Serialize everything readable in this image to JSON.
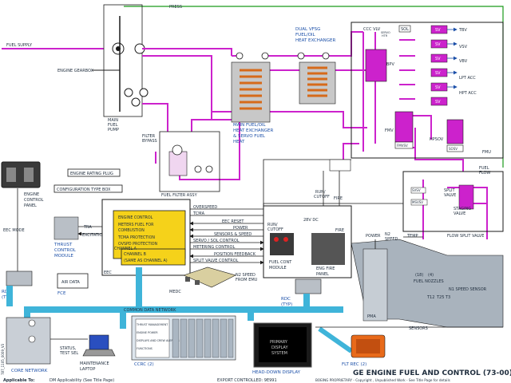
{
  "diagram": {
    "title": "GE ENGINE FUEL AND CONTROL (73-00)",
    "footer": {
      "applicable": "Applicable To:",
      "applicable_rest": "DM Applicability (See Title Page)",
      "export": "EXPORT CONTROLLED: 9E991",
      "proprietary": "BOEING PROPRIETARY - Copyright , Unpublished Work - See Title Page for details",
      "side_code": "787_1105_0009_V3"
    },
    "colors": {
      "fuel": "#cc22cc",
      "press": "#1a9a1a",
      "signal": "#1a1a1a",
      "data_bus": "#3fb4d9",
      "eec_fill": "#f5d21a",
      "eec_box": "#ffffff",
      "fmu_fill": "#ffffff",
      "heat_exch": "#d66a1a"
    },
    "labels": {
      "press": "PRESS",
      "fuel_supply": "FUEL SUPPLY",
      "engine_gearbox": "ENGINE GEARBOX",
      "main_fuel_pump": [
        "MAIN",
        "FUEL",
        "PUMP"
      ],
      "dual_vfsg": [
        "DUAL VFSG",
        "FUEL/OIL",
        "HEAT EXCHANGER"
      ],
      "main_fuel_oil": [
        "MAIN FUEL/OIL",
        "HEAT EXCHANGER",
        "& SERVO FUEL",
        "HEAT"
      ],
      "filter_bypass": [
        "FILTER",
        "BYPASS"
      ],
      "fuel_filter_assy": "FUEL FILTER ASSY",
      "engine_rating_plug": "ENGINE RATING PLUG",
      "configuration_type_box": "CONFIGURATION TYPE BOX",
      "engine_control_panel": [
        "ENGINE",
        "CONTROL",
        "PANEL"
      ],
      "eec_mode": "EEC MODE",
      "tra": "TRA",
      "excitation": "EXCITATION",
      "thrust_control_module": [
        "THRUST",
        "CONTROL",
        "MODULE"
      ],
      "eec": "EEC",
      "eec_items": [
        "ENGINE CONTROL",
        "METERS FUEL FOR",
        "COMBUSTION",
        "TCMA PROTECTION",
        "OVSPD PROTECTION"
      ],
      "channel_a": "CHANNEL A",
      "channel_b": [
        "CHANNEL B",
        "(SAME AS CHANNEL A)"
      ],
      "signal_list": [
        "OVERSPEED",
        "TCMA",
        "EEC RESET",
        "POWER",
        "SENSORS & SPEED",
        "SERVO / SOL CONTROL",
        "METERING CONTROL",
        "POSITION FEEDBACK",
        "SPLIT VALVE CONTROL"
      ],
      "run_cutoff": [
        "RUN/",
        "CUTOFF"
      ],
      "fire": "FIRE",
      "v28dc": "28V DC",
      "fuel_cont_module": [
        "FUEL CONT",
        "MODULE"
      ],
      "eng_fire_panel": [
        "ENG FIRE",
        "PANEL"
      ],
      "n2_speed_from_emu": [
        "N2 SPEED",
        "FROM EMU"
      ],
      "medc": "MEDC",
      "air_data": "AIR DATA",
      "fce": "FCE",
      "rdc_typ": [
        "RDC",
        "(TYP)"
      ],
      "common_data_network": "COMMON DATA NETWORK",
      "status_test_sel": [
        "STATUS,",
        "TEST SEL"
      ],
      "maintenance_laptop": [
        "MAINTENANCE",
        "LAPTOP"
      ],
      "core_network": "CORE NETWORK",
      "ccrc": "CCRC (2)",
      "ccrc_card": [
        "THRUST MANAGEMENT",
        "ENGINE POWER",
        "DISPLAYS AND CREW ALERTING",
        "FUNCTIONS"
      ],
      "primary_display": [
        "PRIMARY",
        "DISPLAY",
        "SYSTEM"
      ],
      "head_down_display": "HEAD-DOWN DISPLAY",
      "flt_rec": "FLT REC (2)",
      "ccc_vlv": "CCC VLV",
      "servo_htr": [
        "SERVO",
        "HTR"
      ],
      "sol": "SOL",
      "sv": "SV",
      "valves": [
        "TBV",
        "VSV",
        "VBV",
        "LPT ACC",
        "HPT ACC"
      ],
      "bpv": "BPV",
      "fmv": "FMV",
      "fmvsv": "FMVSV",
      "hpsov": "HPSOV",
      "sosv": "SOSV",
      "fmu": "FMU",
      "fuel_flow": [
        "FUEL",
        "FLOW"
      ],
      "fmu_right": [
        "FUEL",
        "FLOW"
      ],
      "svsv": "SVSV",
      "msvsv": "MSVSV",
      "split_valve": [
        "SPLIT",
        "VALVE"
      ],
      "staging_valve": [
        "STAGING",
        "VALVE"
      ],
      "flow_split_valve": "FLOW SPLIT VALVE",
      "power": "POWER",
      "n2_speed": [
        "N2",
        "SPEED"
      ],
      "temp": "TEMP",
      "pma": "PMA",
      "fuel_nozzles": [
        "(18)",
        "(4)",
        "FUEL NOZZLES"
      ],
      "n1_speed_sensor": "N1 SPEED SENSOR",
      "t12_t25": [
        "T12",
        "T25",
        "T3"
      ],
      "sensors": "SENSORS"
    }
  }
}
